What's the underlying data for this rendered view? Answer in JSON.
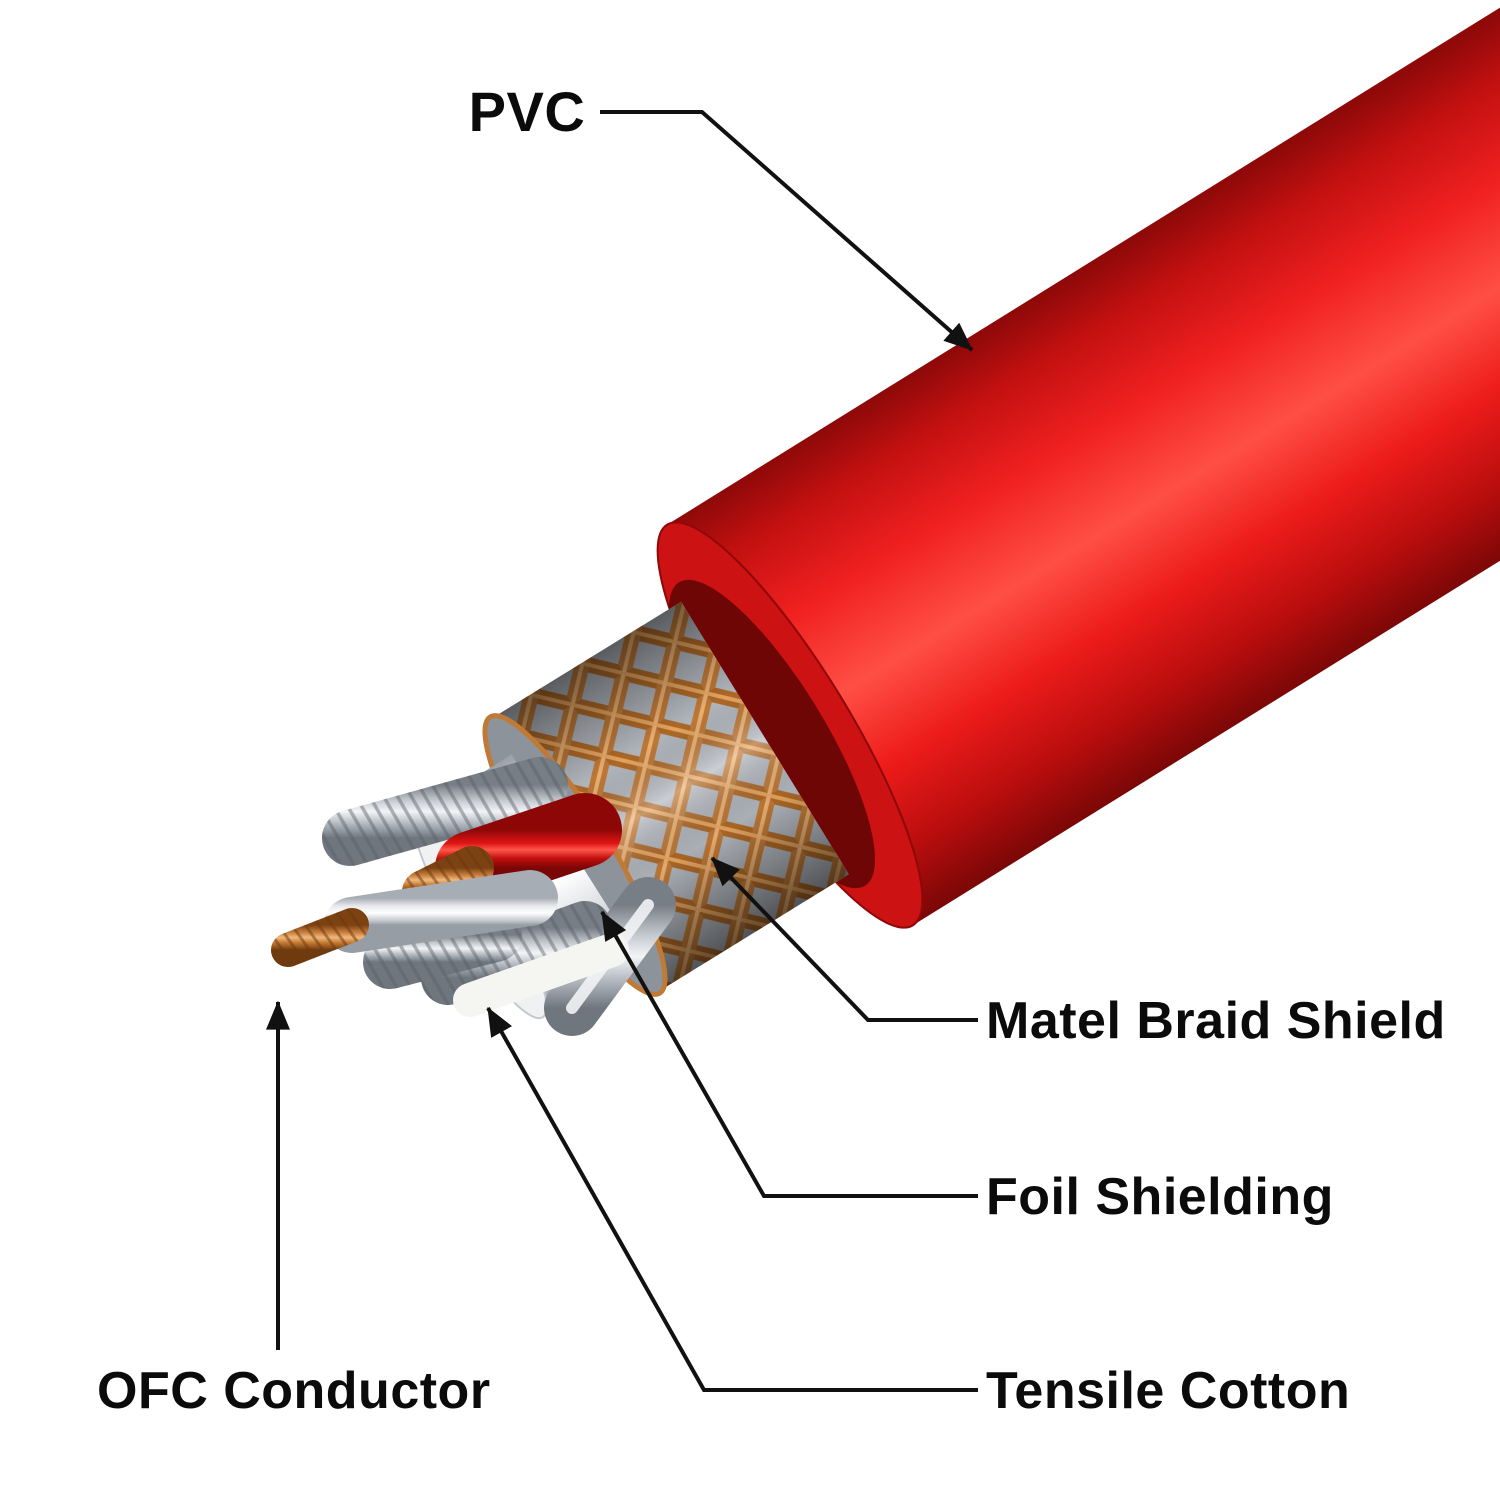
{
  "page": {
    "background": "#ffffff"
  },
  "diagram": {
    "type": "cable-cutaway",
    "labels": {
      "pvc": "PVC",
      "metal_braid_shield": "Matel Braid Shield",
      "foil_shielding": "Foil Shielding",
      "tensile_cotton": "Tensile Cotton",
      "ofc_conductor": "OFC Conductor"
    },
    "colors": {
      "jacket": "#ed1c1a",
      "copper": "#c07a38",
      "braid_base": "#b3b8bf",
      "wrap_white": "#f2f3f5",
      "text": "#0b0b0b",
      "leader_line": "#111111"
    }
  }
}
